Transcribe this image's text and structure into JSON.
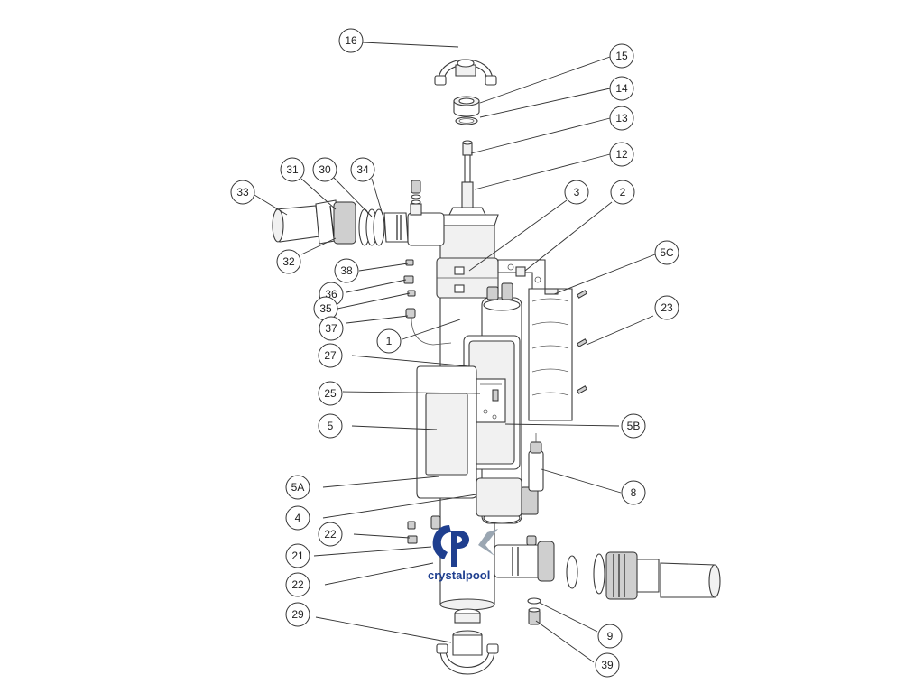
{
  "diagram": {
    "callouts": [
      {
        "id": "16",
        "label": "16"
      },
      {
        "id": "15",
        "label": "15"
      },
      {
        "id": "14",
        "label": "14"
      },
      {
        "id": "13",
        "label": "13"
      },
      {
        "id": "12",
        "label": "12"
      },
      {
        "id": "33",
        "label": "33"
      },
      {
        "id": "31",
        "label": "31"
      },
      {
        "id": "30",
        "label": "30"
      },
      {
        "id": "34",
        "label": "34"
      },
      {
        "id": "3",
        "label": "3"
      },
      {
        "id": "2",
        "label": "2"
      },
      {
        "id": "32",
        "label": "32"
      },
      {
        "id": "5C",
        "label": "5C"
      },
      {
        "id": "38",
        "label": "38"
      },
      {
        "id": "36",
        "label": "36"
      },
      {
        "id": "23",
        "label": "23"
      },
      {
        "id": "35",
        "label": "35"
      },
      {
        "id": "37",
        "label": "37"
      },
      {
        "id": "1",
        "label": "1"
      },
      {
        "id": "27",
        "label": "27"
      },
      {
        "id": "25",
        "label": "25"
      },
      {
        "id": "5B",
        "label": "5B"
      },
      {
        "id": "5",
        "label": "5"
      },
      {
        "id": "8",
        "label": "8"
      },
      {
        "id": "5A",
        "label": "5A"
      },
      {
        "id": "4",
        "label": "4"
      },
      {
        "id": "22a",
        "label": "22"
      },
      {
        "id": "21",
        "label": "21"
      },
      {
        "id": "22b",
        "label": "22"
      },
      {
        "id": "29",
        "label": "29"
      },
      {
        "id": "9",
        "label": "9"
      },
      {
        "id": "39",
        "label": "39"
      }
    ]
  },
  "logo": {
    "mark": "cp",
    "name": "crystalpool",
    "colors": {
      "blue": "#1f3f8f",
      "silver": "#9aa6b2"
    }
  }
}
